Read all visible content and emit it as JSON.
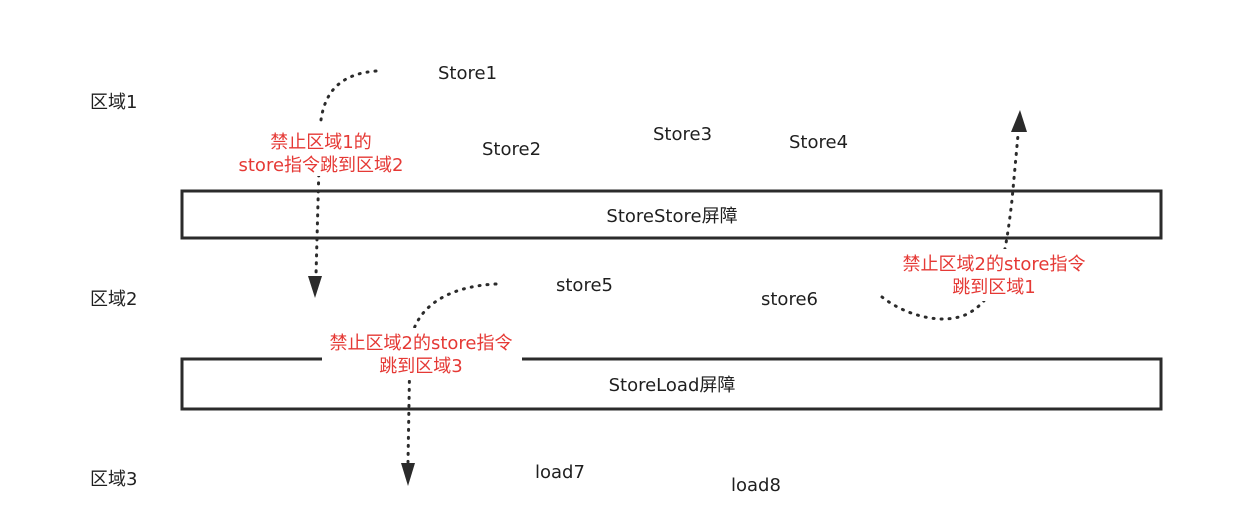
{
  "regions": {
    "r1": "区域1",
    "r2": "区域2",
    "r3": "区域3"
  },
  "stores": {
    "s1": "Store1",
    "s2": "Store2",
    "s3": "Store3",
    "s4": "Store4",
    "s5": "store5",
    "s6": "store6"
  },
  "loads": {
    "l7": "load7",
    "l8": "load8"
  },
  "barriers": {
    "storestore": "StoreStore屏障",
    "storeload": "StoreLoad屏障"
  },
  "notes": {
    "n1": [
      "禁止区域1的",
      "store指令跳到区域2"
    ],
    "n2": [
      "禁止区域2的store指令",
      "跳到区域3"
    ],
    "n3": [
      "禁止区域2的store指令",
      "跳到区域1"
    ]
  },
  "colors": {
    "note": "#e53935",
    "text": "#1f1f1f",
    "line": "#2b2b2b"
  }
}
